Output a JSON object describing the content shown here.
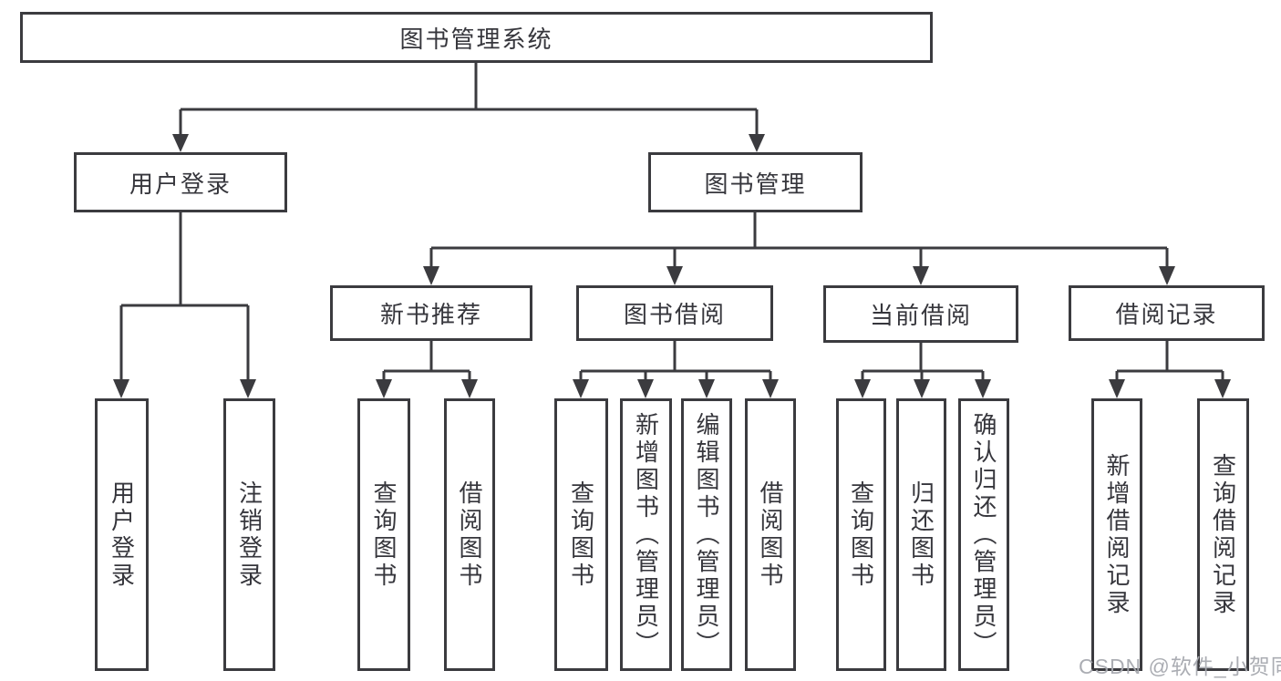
{
  "diagram": {
    "type": "hierarchy-tree",
    "colors": {
      "line": "#3b3b3f",
      "border": "#3b3b3f",
      "text": "#36363c",
      "background": "#ffffff",
      "watermark": "#a6a9ae"
    },
    "nodes": {
      "root": {
        "label": "图书管理系统"
      },
      "level2": [
        {
          "label": "用户登录"
        },
        {
          "label": "图书管理"
        }
      ],
      "level3": [
        {
          "label": "新书推荐"
        },
        {
          "label": "图书借阅"
        },
        {
          "label": "当前借阅"
        },
        {
          "label": "借阅记录"
        }
      ],
      "leaves": {
        "user_login": [
          {
            "label": "用户登录"
          },
          {
            "label": "注销登录"
          }
        ],
        "new_book": [
          {
            "label": "查询图书"
          },
          {
            "label": "借阅图书"
          }
        ],
        "book_borrow": [
          {
            "label": "查询图书"
          },
          {
            "label": "新增图书（管理员）"
          },
          {
            "label": "编辑图书（管理员）"
          },
          {
            "label": "借阅图书"
          }
        ],
        "current_borrow": [
          {
            "label": "查询图书"
          },
          {
            "label": "归还图书"
          },
          {
            "label": "确认归还（管理员）"
          }
        ],
        "borrow_record": [
          {
            "label": "新增借阅记录"
          },
          {
            "label": "查询借阅记录"
          }
        ]
      }
    }
  },
  "watermark": {
    "text": "CSDN @软件_小贺同学"
  }
}
